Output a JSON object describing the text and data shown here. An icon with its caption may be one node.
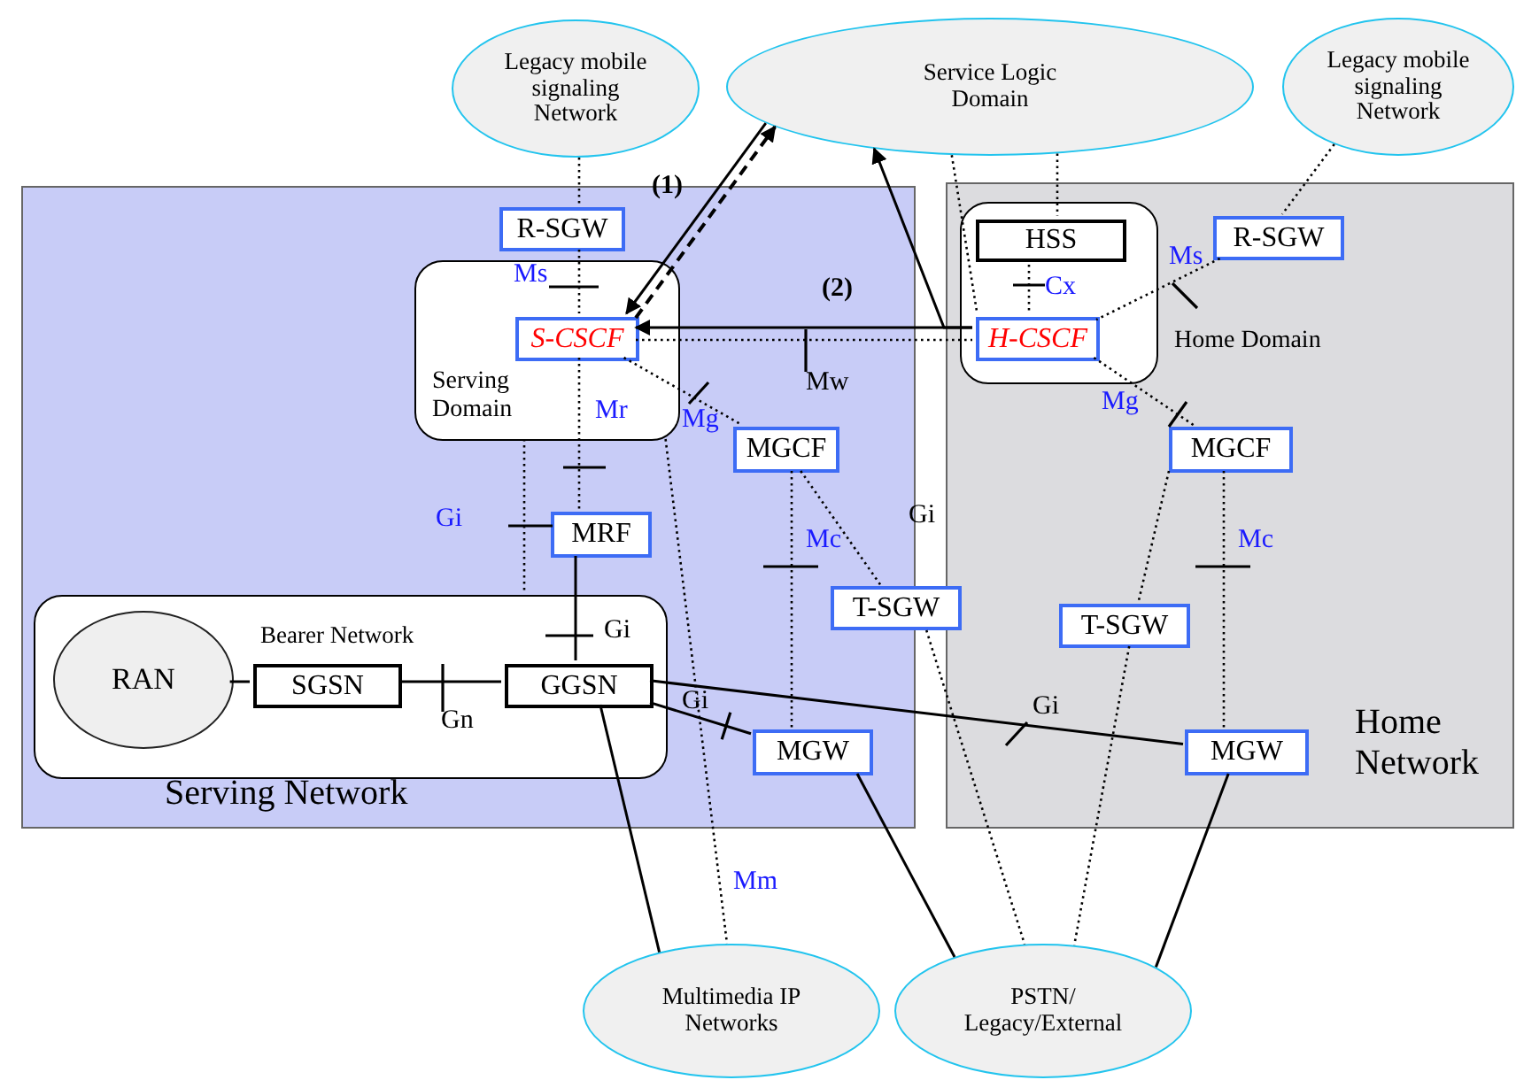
{
  "diagram": {
    "nodes": [
      {
        "text": [
          "Legacy mobile signaling Network"
        ]
      },
      {
        "text": [
          "Service Logic Domain"
        ]
      },
      {
        "text": [
          "Legacy mobile signaling Network"
        ]
      },
      {
        "text": [
          "Serving Network"
        ]
      },
      {
        "text": [
          "Home Network"
        ]
      },
      {
        "text": [
          "R-SGW"
        ],
        "in": 3
      },
      {
        "text": [
          "Serving Domain"
        ],
        "in": 3
      },
      {
        "text": [
          "S-CSCF"
        ],
        "in": 6
      },
      {
        "text": [
          "Home Domain"
        ],
        "in": 4
      },
      {
        "text": [
          "HSS"
        ],
        "in": 8
      },
      {
        "text": [
          "H-CSCF"
        ],
        "in": 8
      },
      {
        "text": [
          "R-SGW"
        ],
        "in": 4
      },
      {
        "text": [
          "MGCF"
        ],
        "in": 3
      },
      {
        "text": [
          "MGCF"
        ],
        "in": 4
      },
      {
        "text": [
          "MRF"
        ],
        "in": 3
      },
      {
        "text": [
          "Bearer Network"
        ],
        "in": 3
      },
      {
        "text": [
          "RAN"
        ],
        "in": 15
      },
      {
        "text": [
          "SGSN"
        ],
        "in": 15
      },
      {
        "text": [
          "GGSN"
        ],
        "in": 15
      },
      {
        "text": [
          "T-SGW"
        ]
      },
      {
        "text": [
          "T-SGW"
        ],
        "in": 4
      },
      {
        "text": [
          "MGW"
        ],
        "in": 3
      },
      {
        "text": [
          "MGW"
        ],
        "in": 4
      },
      {
        "text": [
          "Multimedia IP Networks"
        ]
      },
      {
        "text": [
          "PSTN/ Legacy/External"
        ]
      }
    ],
    "edges": [
      {
        "from": 0,
        "to": 5,
        "arrow": "none",
        "style": "dashed"
      },
      {
        "from": 5,
        "to": 7,
        "arrow": "none",
        "style": "dashed",
        "label": "Ms"
      },
      {
        "from": 7,
        "to": 14,
        "arrow": "none",
        "style": "dashed",
        "label": "Mr"
      },
      {
        "from": 7,
        "to": 10,
        "arrow": "none",
        "style": "dashed",
        "label": "Mw"
      },
      {
        "from": 7,
        "to": 12,
        "arrow": "none",
        "style": "dashed",
        "label": "Mg"
      },
      {
        "from": 1,
        "to": 7,
        "arrow": "to",
        "label": "(1)"
      },
      {
        "from": 7,
        "to": 1,
        "arrow": "to",
        "style": "dashed"
      },
      {
        "from": 10,
        "to": 7,
        "arrow": "to",
        "label": "(2)"
      },
      {
        "from": 10,
        "to": 1,
        "arrow": "to"
      },
      {
        "from": 1,
        "to": 10,
        "arrow": "none",
        "style": "dashed"
      },
      {
        "from": 1,
        "to": 9,
        "arrow": "none",
        "style": "dashed"
      },
      {
        "from": 9,
        "to": 10,
        "arrow": "none",
        "style": "dashed",
        "label": "Cx"
      },
      {
        "from": 2,
        "to": 11,
        "arrow": "none",
        "style": "dashed"
      },
      {
        "from": 11,
        "to": 10,
        "arrow": "none",
        "style": "dashed",
        "label": "Ms"
      },
      {
        "from": 10,
        "to": 13,
        "arrow": "none",
        "style": "dashed",
        "label": "Mg"
      },
      {
        "from": 12,
        "to": 21,
        "arrow": "none",
        "style": "dashed",
        "label": "Mc"
      },
      {
        "from": 12,
        "to": 19,
        "arrow": "none",
        "style": "dashed",
        "label": "Gi"
      },
      {
        "from": 19,
        "to": 24,
        "arrow": "none",
        "style": "dashed"
      },
      {
        "from": 13,
        "to": 20,
        "arrow": "none",
        "style": "dashed"
      },
      {
        "from": 20,
        "to": 24,
        "arrow": "none",
        "style": "dashed"
      },
      {
        "from": 13,
        "to": 22,
        "arrow": "none",
        "style": "dashed",
        "label": "Mc"
      },
      {
        "from": 6,
        "to": 15,
        "arrow": "none",
        "style": "dashed",
        "label": "Gi"
      },
      {
        "from": 6,
        "to": 23,
        "arrow": "none",
        "style": "dashed",
        "label": "Mm"
      },
      {
        "from": 14,
        "to": 18,
        "arrow": "none",
        "label": "Gi"
      },
      {
        "from": 16,
        "to": 17,
        "arrow": "none"
      },
      {
        "from": 17,
        "to": 18,
        "arrow": "none",
        "label": "Gn"
      },
      {
        "from": 18,
        "to": 22,
        "arrow": "none",
        "label": "Gi"
      },
      {
        "from": 18,
        "to": 21,
        "arrow": "none",
        "label": "Gi"
      },
      {
        "from": 18,
        "to": 23,
        "arrow": "none"
      },
      {
        "from": 21,
        "to": 24,
        "arrow": "none"
      },
      {
        "from": 22,
        "to": 24,
        "arrow": "none"
      }
    ]
  }
}
